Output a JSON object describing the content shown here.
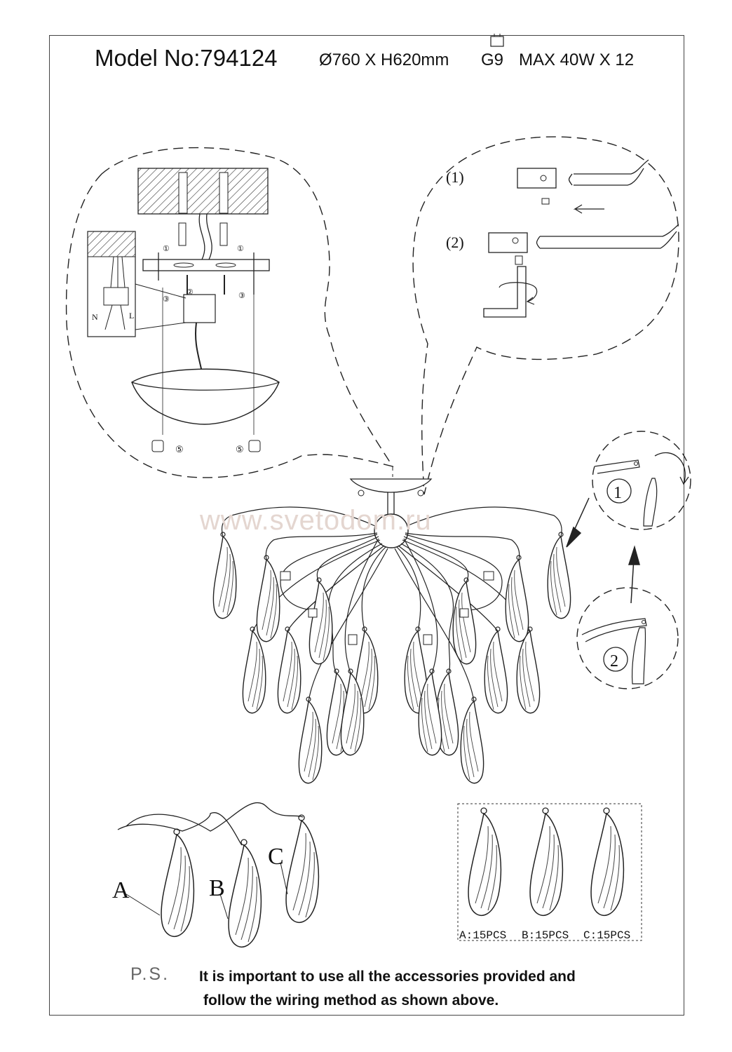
{
  "header": {
    "model": "Model No:794124",
    "dimensions": "Ø760 X H620mm",
    "bulb_type": "G9",
    "max_power": "MAX 40W X 12"
  },
  "watermark": "www.svetodom.ru",
  "wiring_detail": {
    "neutral_label": "N",
    "live_label": "L",
    "step_markers": [
      "①",
      "②",
      "③",
      "⑤"
    ]
  },
  "arm_detail": {
    "step1": "(1)",
    "step2": "(2)"
  },
  "hook_detail": {
    "step1": "1",
    "step2": "2"
  },
  "pendant_types": {
    "labels": [
      "A",
      "B",
      "C"
    ],
    "counts": [
      "A:15PCS",
      "B:15PCS",
      "C:15PCS"
    ]
  },
  "note": {
    "label": "P.S.",
    "line1": "It is important to use all the accessories provided and",
    "line2": "follow the wiring method as shown above."
  }
}
